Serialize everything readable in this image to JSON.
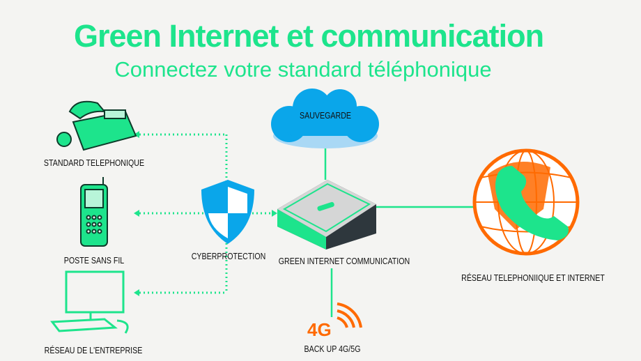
{
  "header": {
    "title": "Green Internet et communication",
    "subtitle": "Connectez votre standard téléphonique"
  },
  "nodes": {
    "standard": "STANDARD TELEPHONIQUE",
    "poste": "POSTE SANS FIL",
    "reseau_entreprise": "RÉSEAU DE L'ENTREPRISE",
    "cyber": "CYBERPROTECTION",
    "sauvegarde": "SAUVEGARDE",
    "box": "GREEN INTERNET COMMUNICATION",
    "reseau_internet": "RÉSEAU TELEPHONIIQUE ET INTERNET",
    "backup": "BACK UP 4G/5G",
    "backup_badge": "4G"
  },
  "colors": {
    "green": "#1de48c",
    "orange": "#ff6a00",
    "blue": "#0aa6ea",
    "dark": "#2e373d"
  }
}
